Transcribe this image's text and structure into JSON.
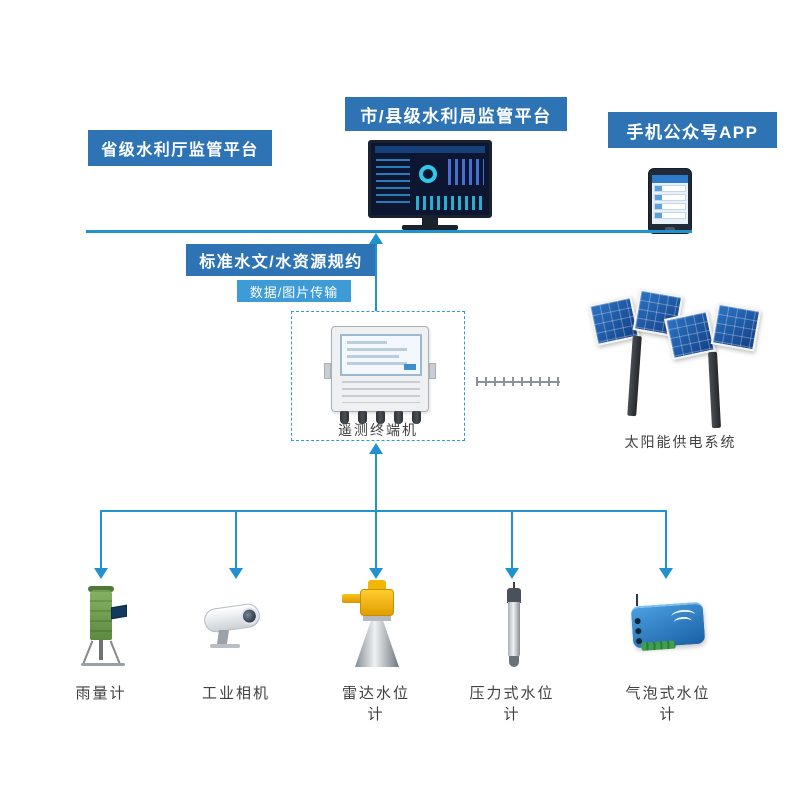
{
  "colors": {
    "box_blue": "#2e74b5",
    "badge_blue": "#3d9bd6",
    "line_blue": "#2191d0",
    "label_dark": "#404040"
  },
  "platforms": {
    "provincial": {
      "label": "省级水利厅监管平台"
    },
    "city": {
      "label": "市/县级水利局监管平台"
    },
    "app": {
      "label": "手机公众号APP"
    }
  },
  "protocol": {
    "label": "标准水文/水资源规约"
  },
  "transmission": {
    "label": "数据/图片传输"
  },
  "terminal": {
    "label": "遥测终端机"
  },
  "solar": {
    "label": "太阳能供电系统"
  },
  "devices": [
    {
      "id": "rain-gauge",
      "label": "雨量计"
    },
    {
      "id": "industrial-camera",
      "label": "工业相机"
    },
    {
      "id": "radar-level-gauge",
      "label": "雷达水位计"
    },
    {
      "id": "pressure-level-gauge",
      "label": "压力式水位计"
    },
    {
      "id": "bubble-level-gauge",
      "label": "气泡式水位计"
    }
  ],
  "icons": {
    "monitor": "dashboard-monitor-icon",
    "phone": "smartphone-icon",
    "terminal": "telemetry-terminal-icon",
    "solar": "solar-panel-icon",
    "rain": "rain-gauge-icon",
    "camera": "industrial-camera-icon",
    "radar": "radar-level-gauge-icon",
    "pressure": "pressure-level-gauge-icon",
    "bubble": "bubble-level-gauge-icon"
  }
}
